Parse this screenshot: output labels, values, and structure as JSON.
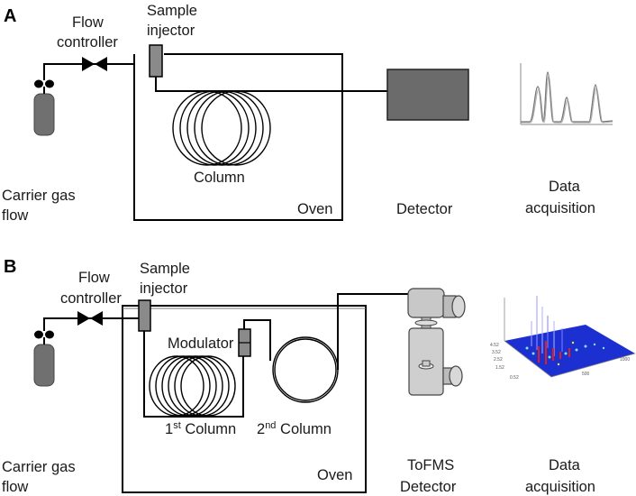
{
  "panels": {
    "a": {
      "letter": "A",
      "flow_controller": [
        "Flow",
        "controller"
      ],
      "sample_injector": [
        "Sample",
        "injector"
      ],
      "column": "Column",
      "oven": "Oven",
      "detector": "Detector",
      "carrier_gas": [
        "Carrier gas",
        "flow"
      ],
      "data_acquisition": [
        "Data",
        "acquisition"
      ]
    },
    "b": {
      "letter": "B",
      "flow_controller": [
        "Flow",
        "controller"
      ],
      "sample_injector": [
        "Sample",
        "injector"
      ],
      "modulator": "Modulator",
      "first_column": {
        "pre": "1",
        "sup": "st",
        "post": " Column"
      },
      "second_column": {
        "pre": "2",
        "sup": "nd",
        "post": " Column"
      },
      "oven": "Oven",
      "detector": [
        "ToFMS",
        "Detector"
      ],
      "carrier_gas": [
        "Carrier gas",
        "flow"
      ],
      "data_acquisition": [
        "Data",
        "acquisition"
      ],
      "axis_ticks": [
        "4.52",
        "3.52",
        "2.52",
        "1.52",
        "0.52",
        "500",
        "1000"
      ]
    }
  },
  "colors": {
    "line": "#000000",
    "detector_box": "#6b6b6b",
    "cylinder": "#707070",
    "injector": "#8a8a8a",
    "surface": "#1c2fd0",
    "peak_red": "#e02020",
    "peak_cyan": "#7fe6e6"
  },
  "icons": [
    "gas-cylinder-icon",
    "valve-icon",
    "detector-icon",
    "chromatogram-icon",
    "tofms-icon",
    "2d-chromatogram-icon"
  ]
}
